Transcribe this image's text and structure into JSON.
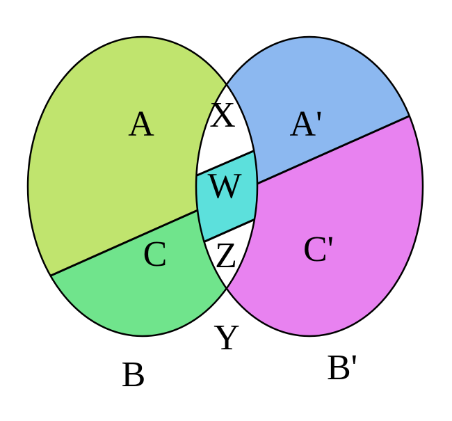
{
  "diagram": {
    "labels": {
      "A": "A",
      "A_prime": "A'",
      "C": "C",
      "C_prime": "C'",
      "X": "X",
      "W": "W",
      "Z": "Z",
      "Y": "Y",
      "B": "B",
      "B_prime": "B'"
    },
    "colors": {
      "A": "#c0e46e",
      "C": "#70e48c",
      "A_prime": "#8cb8f0",
      "C_prime": "#e882f0",
      "W": "#5ce0dc",
      "X": "#ffffff",
      "Z": "#ffffff",
      "outline": "#000000"
    }
  }
}
